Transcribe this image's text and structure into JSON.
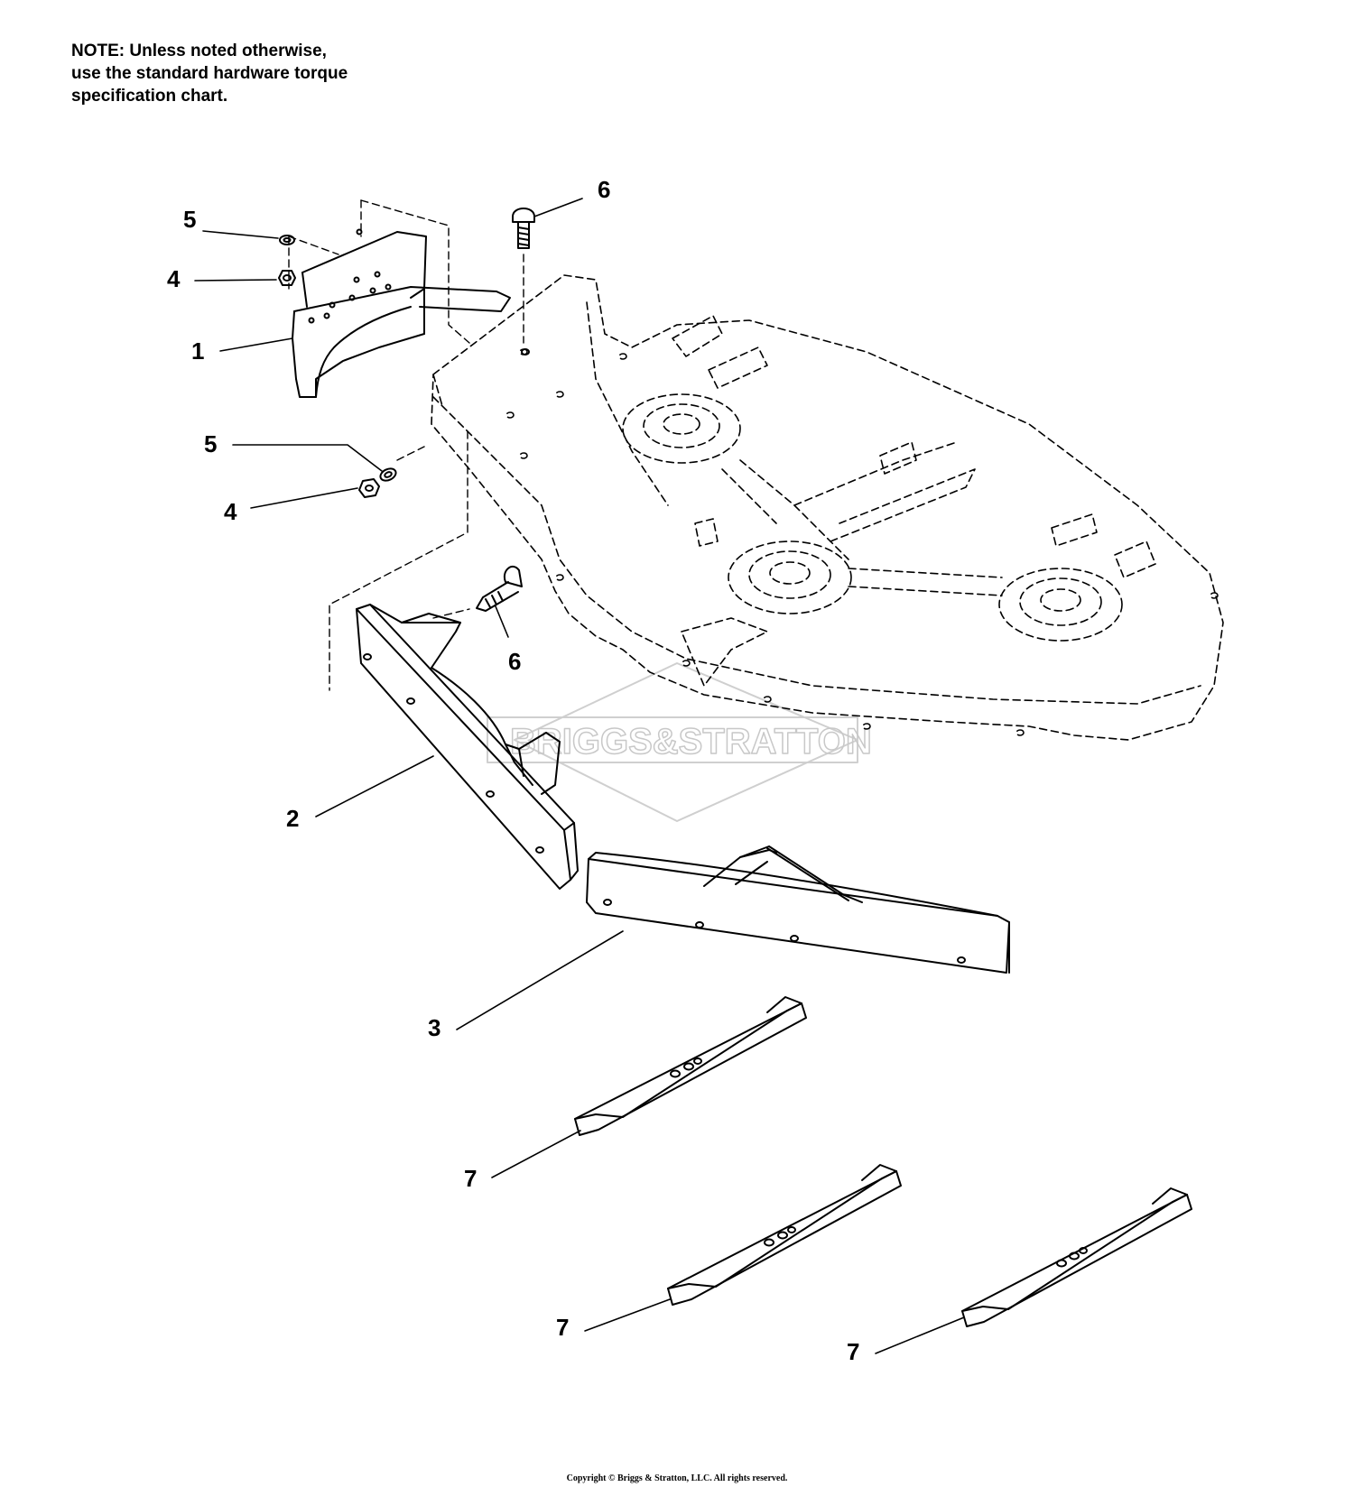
{
  "note": {
    "lines": [
      "NOTE: Unless noted otherwise,",
      "use the standard hardware torque",
      "specification chart."
    ]
  },
  "callouts": {
    "c1": "1",
    "c2": "2",
    "c3": "3",
    "c4a": "4",
    "c4b": "4",
    "c5a": "5",
    "c5b": "5",
    "c6a": "6",
    "c6b": "6",
    "c7a": "7",
    "c7b": "7",
    "c7c": "7"
  },
  "watermark": {
    "text": "BRIGGS&STRATTON"
  },
  "copyright": "Copyright © Briggs & Stratton, LLC. All rights reserved."
}
